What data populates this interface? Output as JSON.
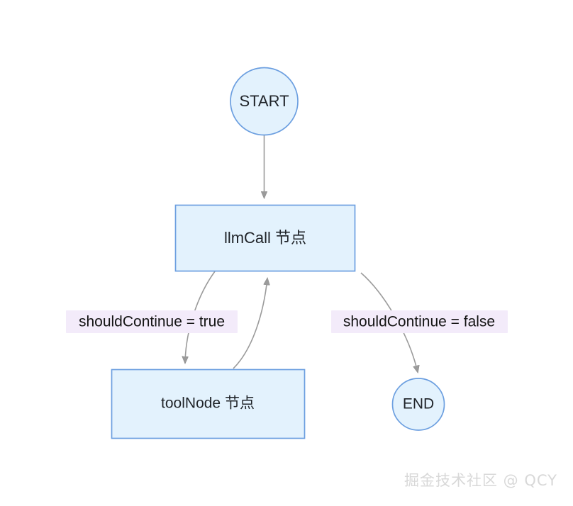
{
  "diagram": {
    "type": "flowchart",
    "background_color": "#ffffff",
    "node_fill": "#e3f2fd",
    "node_stroke": "#6c9fe0",
    "edge_color": "#9b9b9b",
    "label_background": "#f3ebfa",
    "label_text_color": "#141414",
    "nodes": [
      {
        "id": "start",
        "label": "START",
        "shape": "circle"
      },
      {
        "id": "llmcall",
        "label": "llmCall 节点",
        "shape": "rectangle"
      },
      {
        "id": "toolnode",
        "label": "toolNode 节点",
        "shape": "rectangle"
      },
      {
        "id": "end",
        "label": "END",
        "shape": "circle"
      }
    ],
    "edges": [
      {
        "from": "start",
        "to": "llmcall",
        "label": ""
      },
      {
        "from": "llmcall",
        "to": "toolnode",
        "label": "shouldContinue = true"
      },
      {
        "from": "toolnode",
        "to": "llmcall",
        "label": ""
      },
      {
        "from": "llmcall",
        "to": "end",
        "label": "shouldContinue = false"
      }
    ],
    "edge_labels": [
      {
        "id": "label-true",
        "text": "shouldContinue = true"
      },
      {
        "id": "label-false",
        "text": "shouldContinue = false"
      }
    ]
  },
  "watermark": {
    "text": "掘金技术社区 @ QCY"
  }
}
